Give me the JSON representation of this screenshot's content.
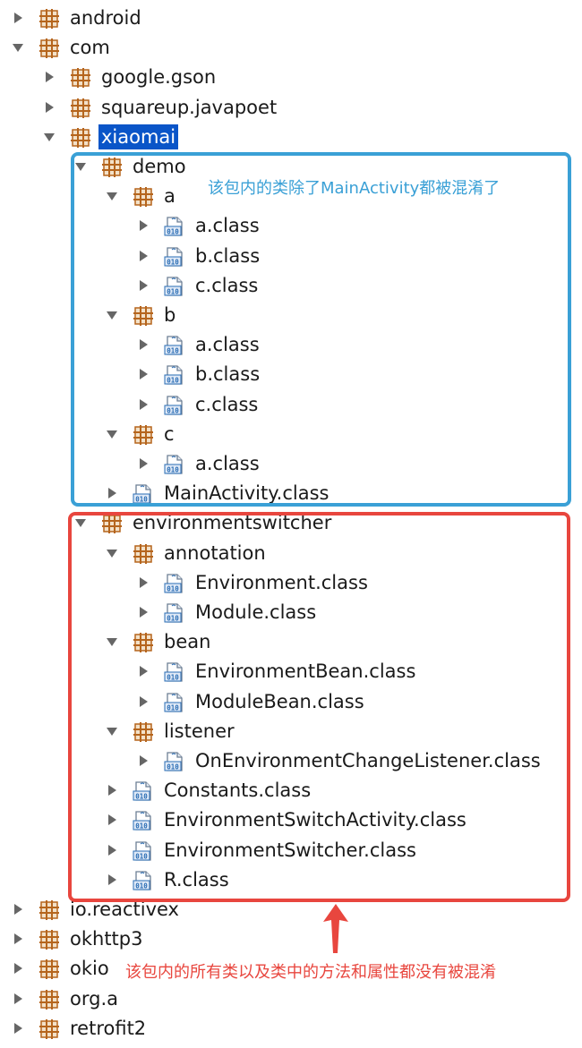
{
  "tree": [
    {
      "label": "android",
      "kind": "package",
      "level": 0,
      "expanded": false
    },
    {
      "label": "com",
      "kind": "package",
      "level": 0,
      "expanded": true
    },
    {
      "label": "google.gson",
      "kind": "package",
      "level": 1,
      "expanded": false
    },
    {
      "label": "squareup.javapoet",
      "kind": "package",
      "level": 1,
      "expanded": false
    },
    {
      "label": "xiaomai",
      "kind": "package",
      "level": 1,
      "expanded": true,
      "selected": true
    },
    {
      "label": "demo",
      "kind": "package",
      "level": 2,
      "expanded": true
    },
    {
      "label": "a",
      "kind": "package",
      "level": 3,
      "expanded": true
    },
    {
      "label": "a.class",
      "kind": "class",
      "level": 4,
      "expanded": false
    },
    {
      "label": "b.class",
      "kind": "class",
      "level": 4,
      "expanded": false
    },
    {
      "label": "c.class",
      "kind": "class",
      "level": 4,
      "expanded": false
    },
    {
      "label": "b",
      "kind": "package",
      "level": 3,
      "expanded": true
    },
    {
      "label": "a.class",
      "kind": "class",
      "level": 4,
      "expanded": false
    },
    {
      "label": "b.class",
      "kind": "class",
      "level": 4,
      "expanded": false
    },
    {
      "label": "c.class",
      "kind": "class",
      "level": 4,
      "expanded": false
    },
    {
      "label": "c",
      "kind": "package",
      "level": 3,
      "expanded": true
    },
    {
      "label": "a.class",
      "kind": "class",
      "level": 4,
      "expanded": false
    },
    {
      "label": "MainActivity.class",
      "kind": "class",
      "level": 3,
      "expanded": false
    },
    {
      "label": "environmentswitcher",
      "kind": "package",
      "level": 2,
      "expanded": true
    },
    {
      "label": "annotation",
      "kind": "package",
      "level": 3,
      "expanded": true
    },
    {
      "label": "Environment.class",
      "kind": "class",
      "level": 4,
      "expanded": false
    },
    {
      "label": "Module.class",
      "kind": "class",
      "level": 4,
      "expanded": false
    },
    {
      "label": "bean",
      "kind": "package",
      "level": 3,
      "expanded": true
    },
    {
      "label": "EnvironmentBean.class",
      "kind": "class",
      "level": 4,
      "expanded": false
    },
    {
      "label": "ModuleBean.class",
      "kind": "class",
      "level": 4,
      "expanded": false
    },
    {
      "label": "listener",
      "kind": "package",
      "level": 3,
      "expanded": true
    },
    {
      "label": "OnEnvironmentChangeListener.class",
      "kind": "class",
      "level": 4,
      "expanded": false
    },
    {
      "label": "Constants.class",
      "kind": "class",
      "level": 3,
      "expanded": false
    },
    {
      "label": "EnvironmentSwitchActivity.class",
      "kind": "class",
      "level": 3,
      "expanded": false
    },
    {
      "label": "EnvironmentSwitcher.class",
      "kind": "class",
      "level": 3,
      "expanded": false
    },
    {
      "label": "R.class",
      "kind": "class",
      "level": 3,
      "expanded": false
    },
    {
      "label": "io.reactivex",
      "kind": "package",
      "level": 0,
      "expanded": false
    },
    {
      "label": "okhttp3",
      "kind": "package",
      "level": 0,
      "expanded": false
    },
    {
      "label": "okio",
      "kind": "package",
      "level": 0,
      "expanded": false
    },
    {
      "label": "org.a",
      "kind": "package",
      "level": 0,
      "expanded": false
    },
    {
      "label": "retrofit2",
      "kind": "package",
      "level": 0,
      "expanded": false
    }
  ],
  "annotations": {
    "blue_note": "该包内的类除了MainActivity都被混淆了",
    "red_note": "该包内的所有类以及类中的方法和属性都没有被混淆",
    "blue_color": "#3aa0d6",
    "red_color": "#e8463e"
  },
  "colors": {
    "selection": "#0a55c8",
    "package_icon": "#b5651d",
    "class_icon": "#2a6db5",
    "twisty": "#666666"
  },
  "icons": {
    "package": "package-icon",
    "class": "class-file-icon",
    "collapsed": "triangle-right-icon",
    "expanded": "triangle-down-icon"
  }
}
